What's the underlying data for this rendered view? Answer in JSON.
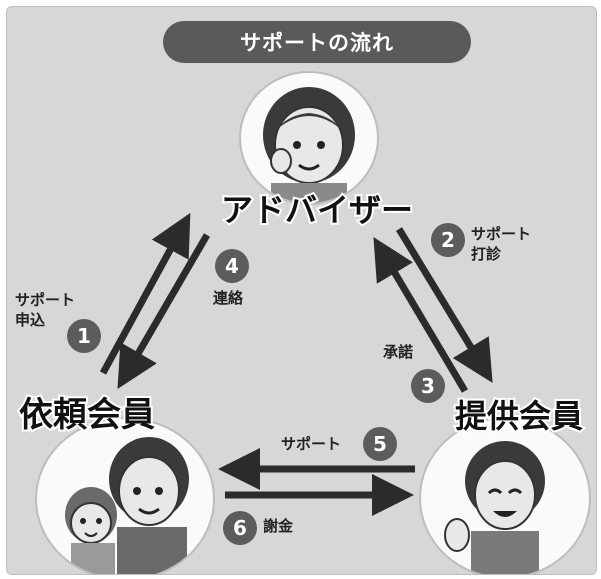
{
  "title": "サポートの流れ",
  "nodes": {
    "advisor": "アドバイザー",
    "requester": "依頼会員",
    "provider": "提供会員"
  },
  "steps": [
    {
      "num": "1",
      "label_line1": "サポート",
      "label_line2": "申込"
    },
    {
      "num": "2",
      "label_line1": "サポート",
      "label_line2": "打診"
    },
    {
      "num": "3",
      "label_line1": "承諾"
    },
    {
      "num": "4",
      "label_line1": "連絡"
    },
    {
      "num": "5",
      "label_line1": "サポート"
    },
    {
      "num": "6",
      "label_line1": "謝金"
    }
  ],
  "colors": {
    "background": "#d7d7d7",
    "arrow": "#2b2b2b",
    "badge": "#5c5c5c"
  }
}
